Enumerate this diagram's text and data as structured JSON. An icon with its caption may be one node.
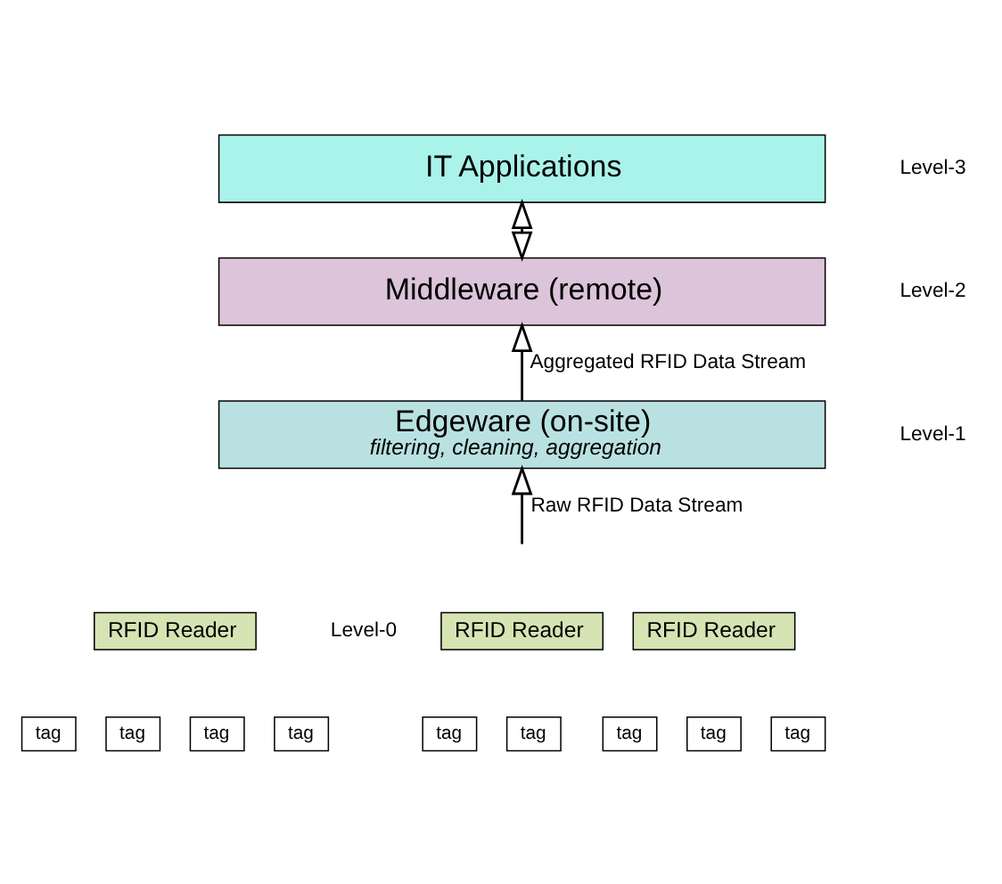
{
  "diagram": {
    "nodes": [
      {
        "text": [
          "IT Applications"
        ]
      },
      {
        "text": [
          "Middleware (remote)"
        ]
      },
      {
        "text": [
          "Edgeware (on-site)",
          "filtering, cleaning, aggregation"
        ]
      },
      {
        "text": [
          "RFID Reader"
        ]
      },
      {
        "text": [
          "RFID Reader"
        ]
      },
      {
        "text": [
          "RFID Reader"
        ]
      },
      {
        "text": [
          "tag"
        ]
      },
      {
        "text": [
          "tag"
        ]
      },
      {
        "text": [
          "tag"
        ]
      },
      {
        "text": [
          "tag"
        ]
      },
      {
        "text": [
          "tag"
        ]
      },
      {
        "text": [
          "tag"
        ]
      },
      {
        "text": [
          "tag"
        ]
      },
      {
        "text": [
          "tag"
        ]
      },
      {
        "text": [
          "tag"
        ]
      }
    ],
    "edges": [
      {
        "from": 1,
        "to": 0,
        "arrow": "both"
      },
      {
        "from": 2,
        "to": 1,
        "arrow": "to",
        "label": "Aggregated RFID Data Stream"
      },
      {
        "from": null,
        "to": 2,
        "arrow": "to",
        "label": "Raw RFID Data Stream"
      }
    ],
    "labels": [
      "Level-3",
      "Level-2",
      "Level-1",
      "Level-0"
    ]
  }
}
